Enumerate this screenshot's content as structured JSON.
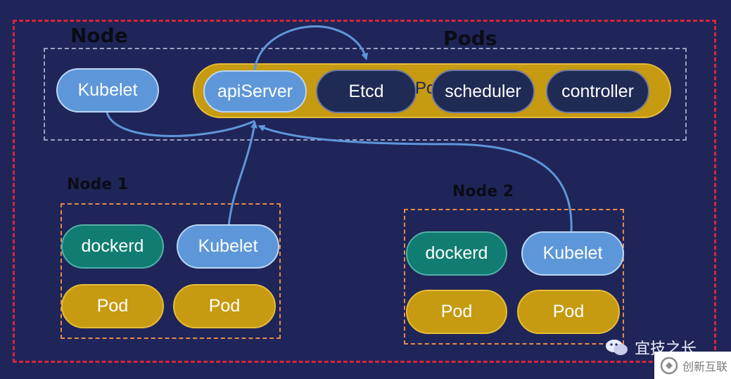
{
  "colors": {
    "background": "#1f2558",
    "outer_border": "#d3263a",
    "master_border": "#9aa1c4",
    "worker_border": "#e88a4a",
    "kubelet": "#5e97d9",
    "control_plane": "#1f2a55",
    "dockerd": "#117d72",
    "pod": "#c69a11",
    "connector": "#5e97d9"
  },
  "master": {
    "title": "Node",
    "pods_title": "Pods",
    "pods_stub": "Po",
    "kubelet": "Kubelet",
    "components": [
      "apiServer",
      "Etcd",
      "scheduler",
      "controller"
    ]
  },
  "node1": {
    "title": "Node 1",
    "dockerd": "dockerd",
    "kubelet": "Kubelet",
    "pods": [
      "Pod",
      "Pod"
    ]
  },
  "node2": {
    "title": "Node 2",
    "dockerd": "dockerd",
    "kubelet": "Kubelet",
    "pods": [
      "Pod",
      "Pod"
    ]
  },
  "watermark": {
    "account_icon": "wechat-icon",
    "account_name": "宜技之长",
    "brand_icon": "brand-logo-icon",
    "brand_name": "创新互联"
  }
}
